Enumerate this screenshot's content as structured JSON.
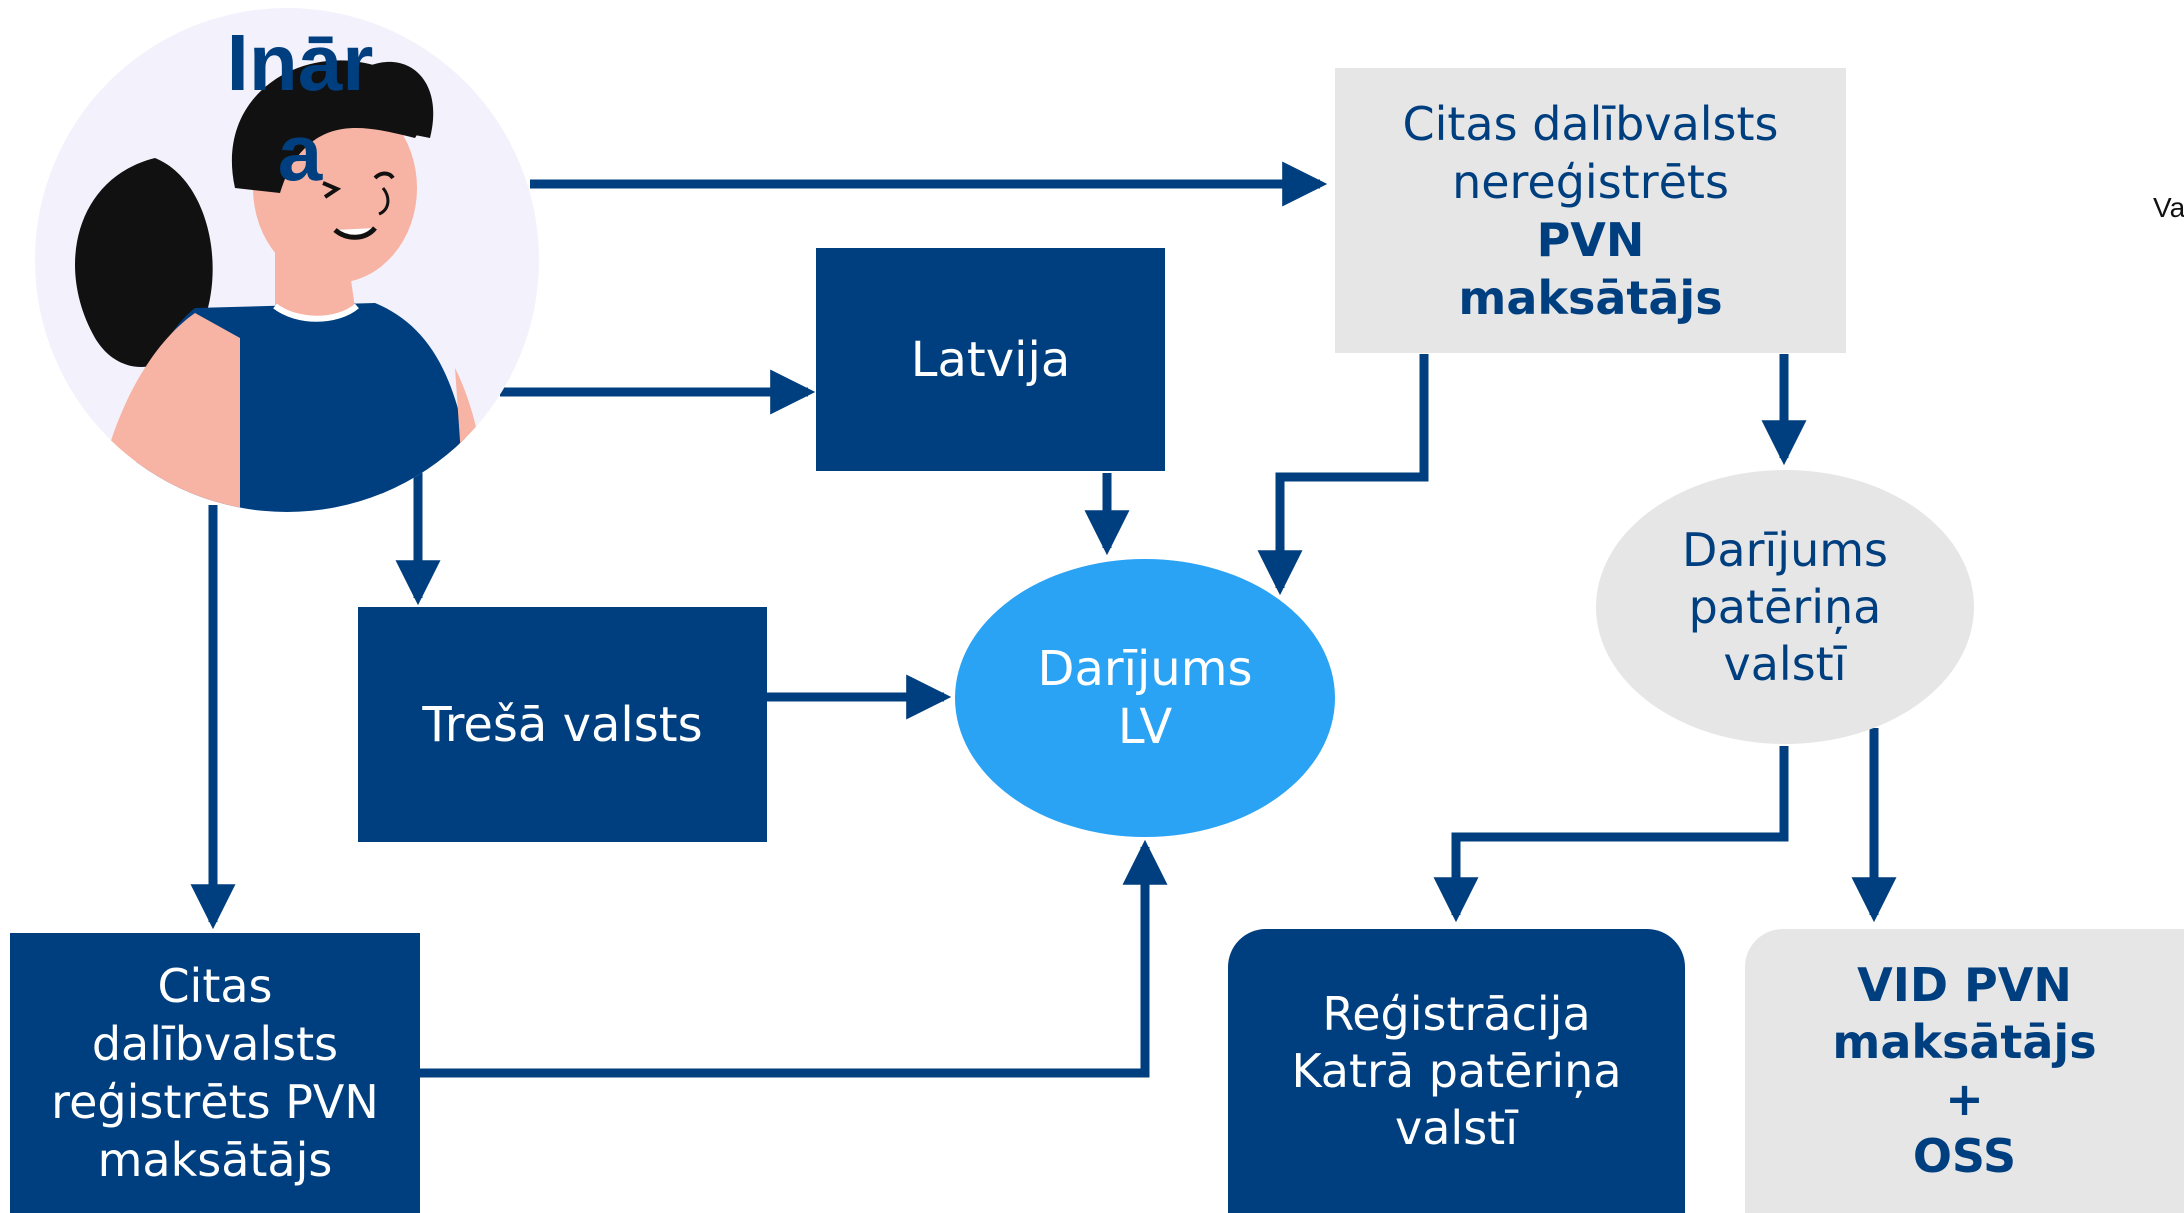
{
  "colors": {
    "dark_blue": "#003f7f",
    "bright_blue": "#2aa3f5",
    "light_grey": "#e6e6e6",
    "avatar_bg": "#f3f1fb",
    "skin": "#f7b3a3",
    "hair": "#111111"
  },
  "avatar": {
    "name_line1": "Inār",
    "name_line2": "a",
    "icon": "woman-avatar-icon"
  },
  "nodes": {
    "citas_nereg": {
      "line1": "Citas dalībvalsts",
      "line2": "nereģistrēts",
      "line3": "PVN",
      "line4": "maksātājs"
    },
    "latvija": {
      "label": "Latvija"
    },
    "tresa_valsts": {
      "label": "Trešā valsts"
    },
    "darijums_lv": {
      "line1": "Darījums",
      "line2": "LV"
    },
    "darijums_pateriņa": {
      "line1": "Darījums",
      "line2": "patēriņa",
      "line3": "valstī"
    },
    "citas_reg": {
      "line1": "Citas",
      "line2": "dalībvalsts",
      "line3": "reģistrēts PVN",
      "line4": "maksātājs"
    },
    "registracija": {
      "line1": "Reģistrācija",
      "line2": "Katrā patēriņa",
      "line3": "valstī"
    },
    "vid_oss": {
      "line1": "VID PVN",
      "line2": "maksātājs",
      "line3": "+",
      "line4": "OSS"
    }
  },
  "edge_label": "Va"
}
